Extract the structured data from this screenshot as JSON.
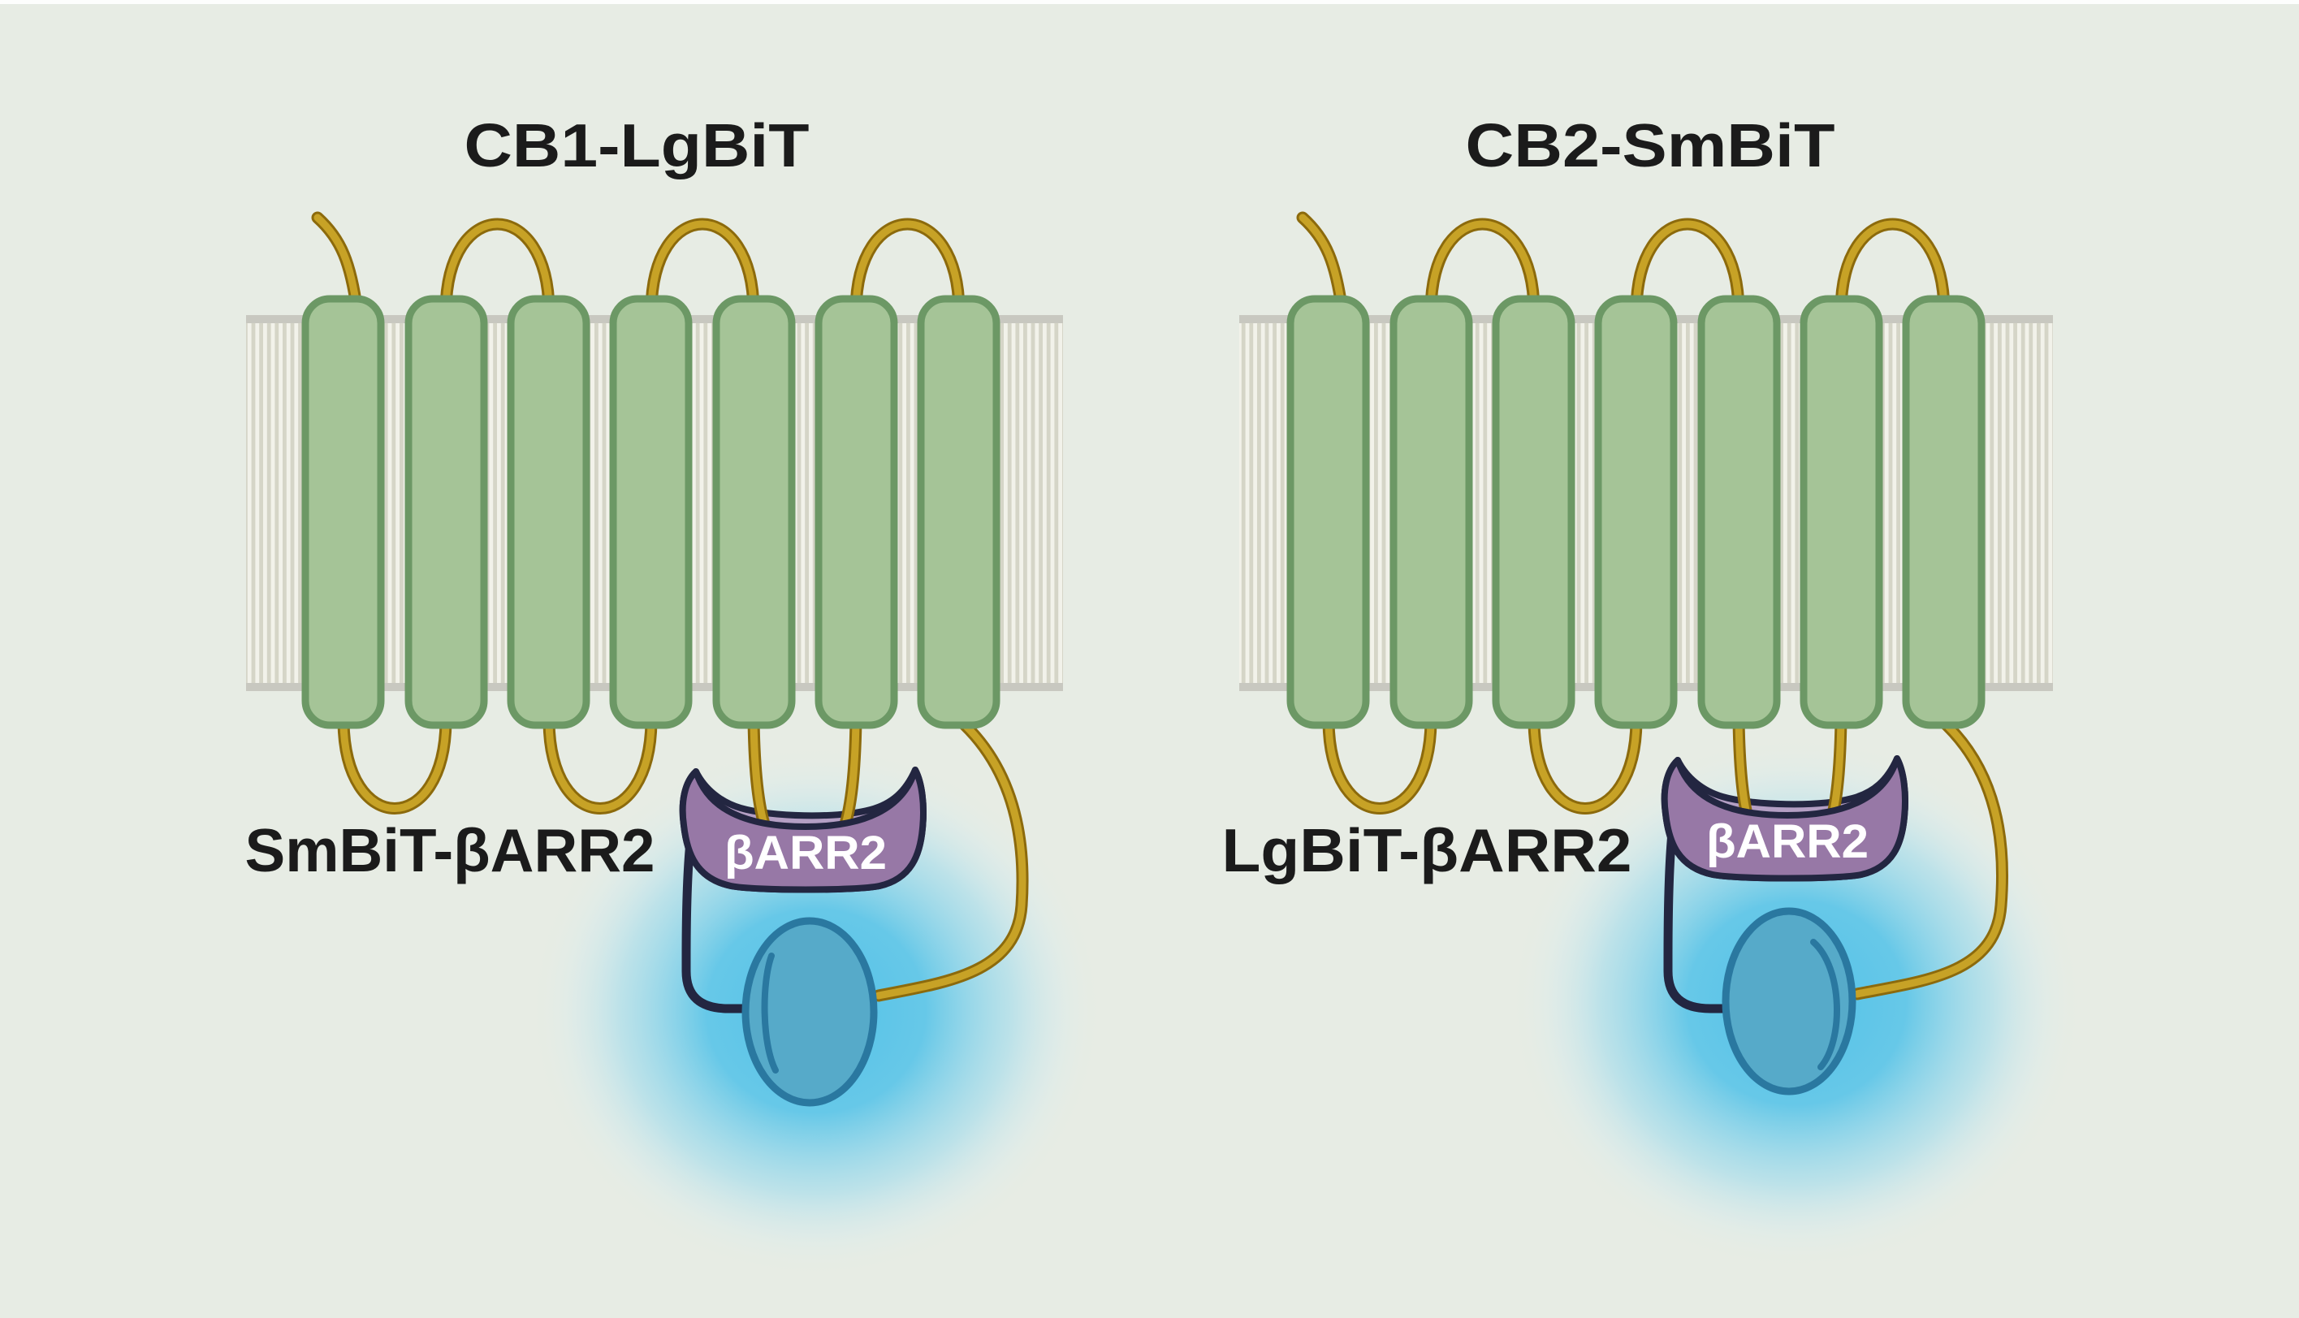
{
  "figure": {
    "left_panel": {
      "title": "CB1-LgBiT",
      "arrestin_label": "SmBiT-βARR2",
      "arrestin_tag": "βARR2",
      "components": [
        "receptor-7tm-helices",
        "membrane",
        "beta-arrestin-2",
        "luciferase-glow"
      ]
    },
    "right_panel": {
      "title": "CB2-SmBiT",
      "arrestin_label": "LgBiT-βARR2",
      "arrestin_tag": "βARR2",
      "components": [
        "receptor-7tm-helices",
        "membrane",
        "beta-arrestin-2",
        "luciferase-glow"
      ]
    }
  },
  "colors": {
    "background": "#e7ece4",
    "text": "#1b1b1b",
    "helix_fill": "#a5c497",
    "helix_stroke": "#6c9865",
    "membrane_bar": "#c8c8c0",
    "membrane_background": "#f2f2ea",
    "membrane_stripe": "#d5d5c7",
    "loop_gold": "#c7a226",
    "loop_gold_dark": "#8c6a0c",
    "arrestin_fill": "#9778a6",
    "arrestin_back_fill": "#b49fc4",
    "outline_navy": "#232641",
    "luciferase_fill": "#56aac9",
    "luciferase_stroke": "#2a78a0",
    "glow": "#4cc0e8"
  }
}
